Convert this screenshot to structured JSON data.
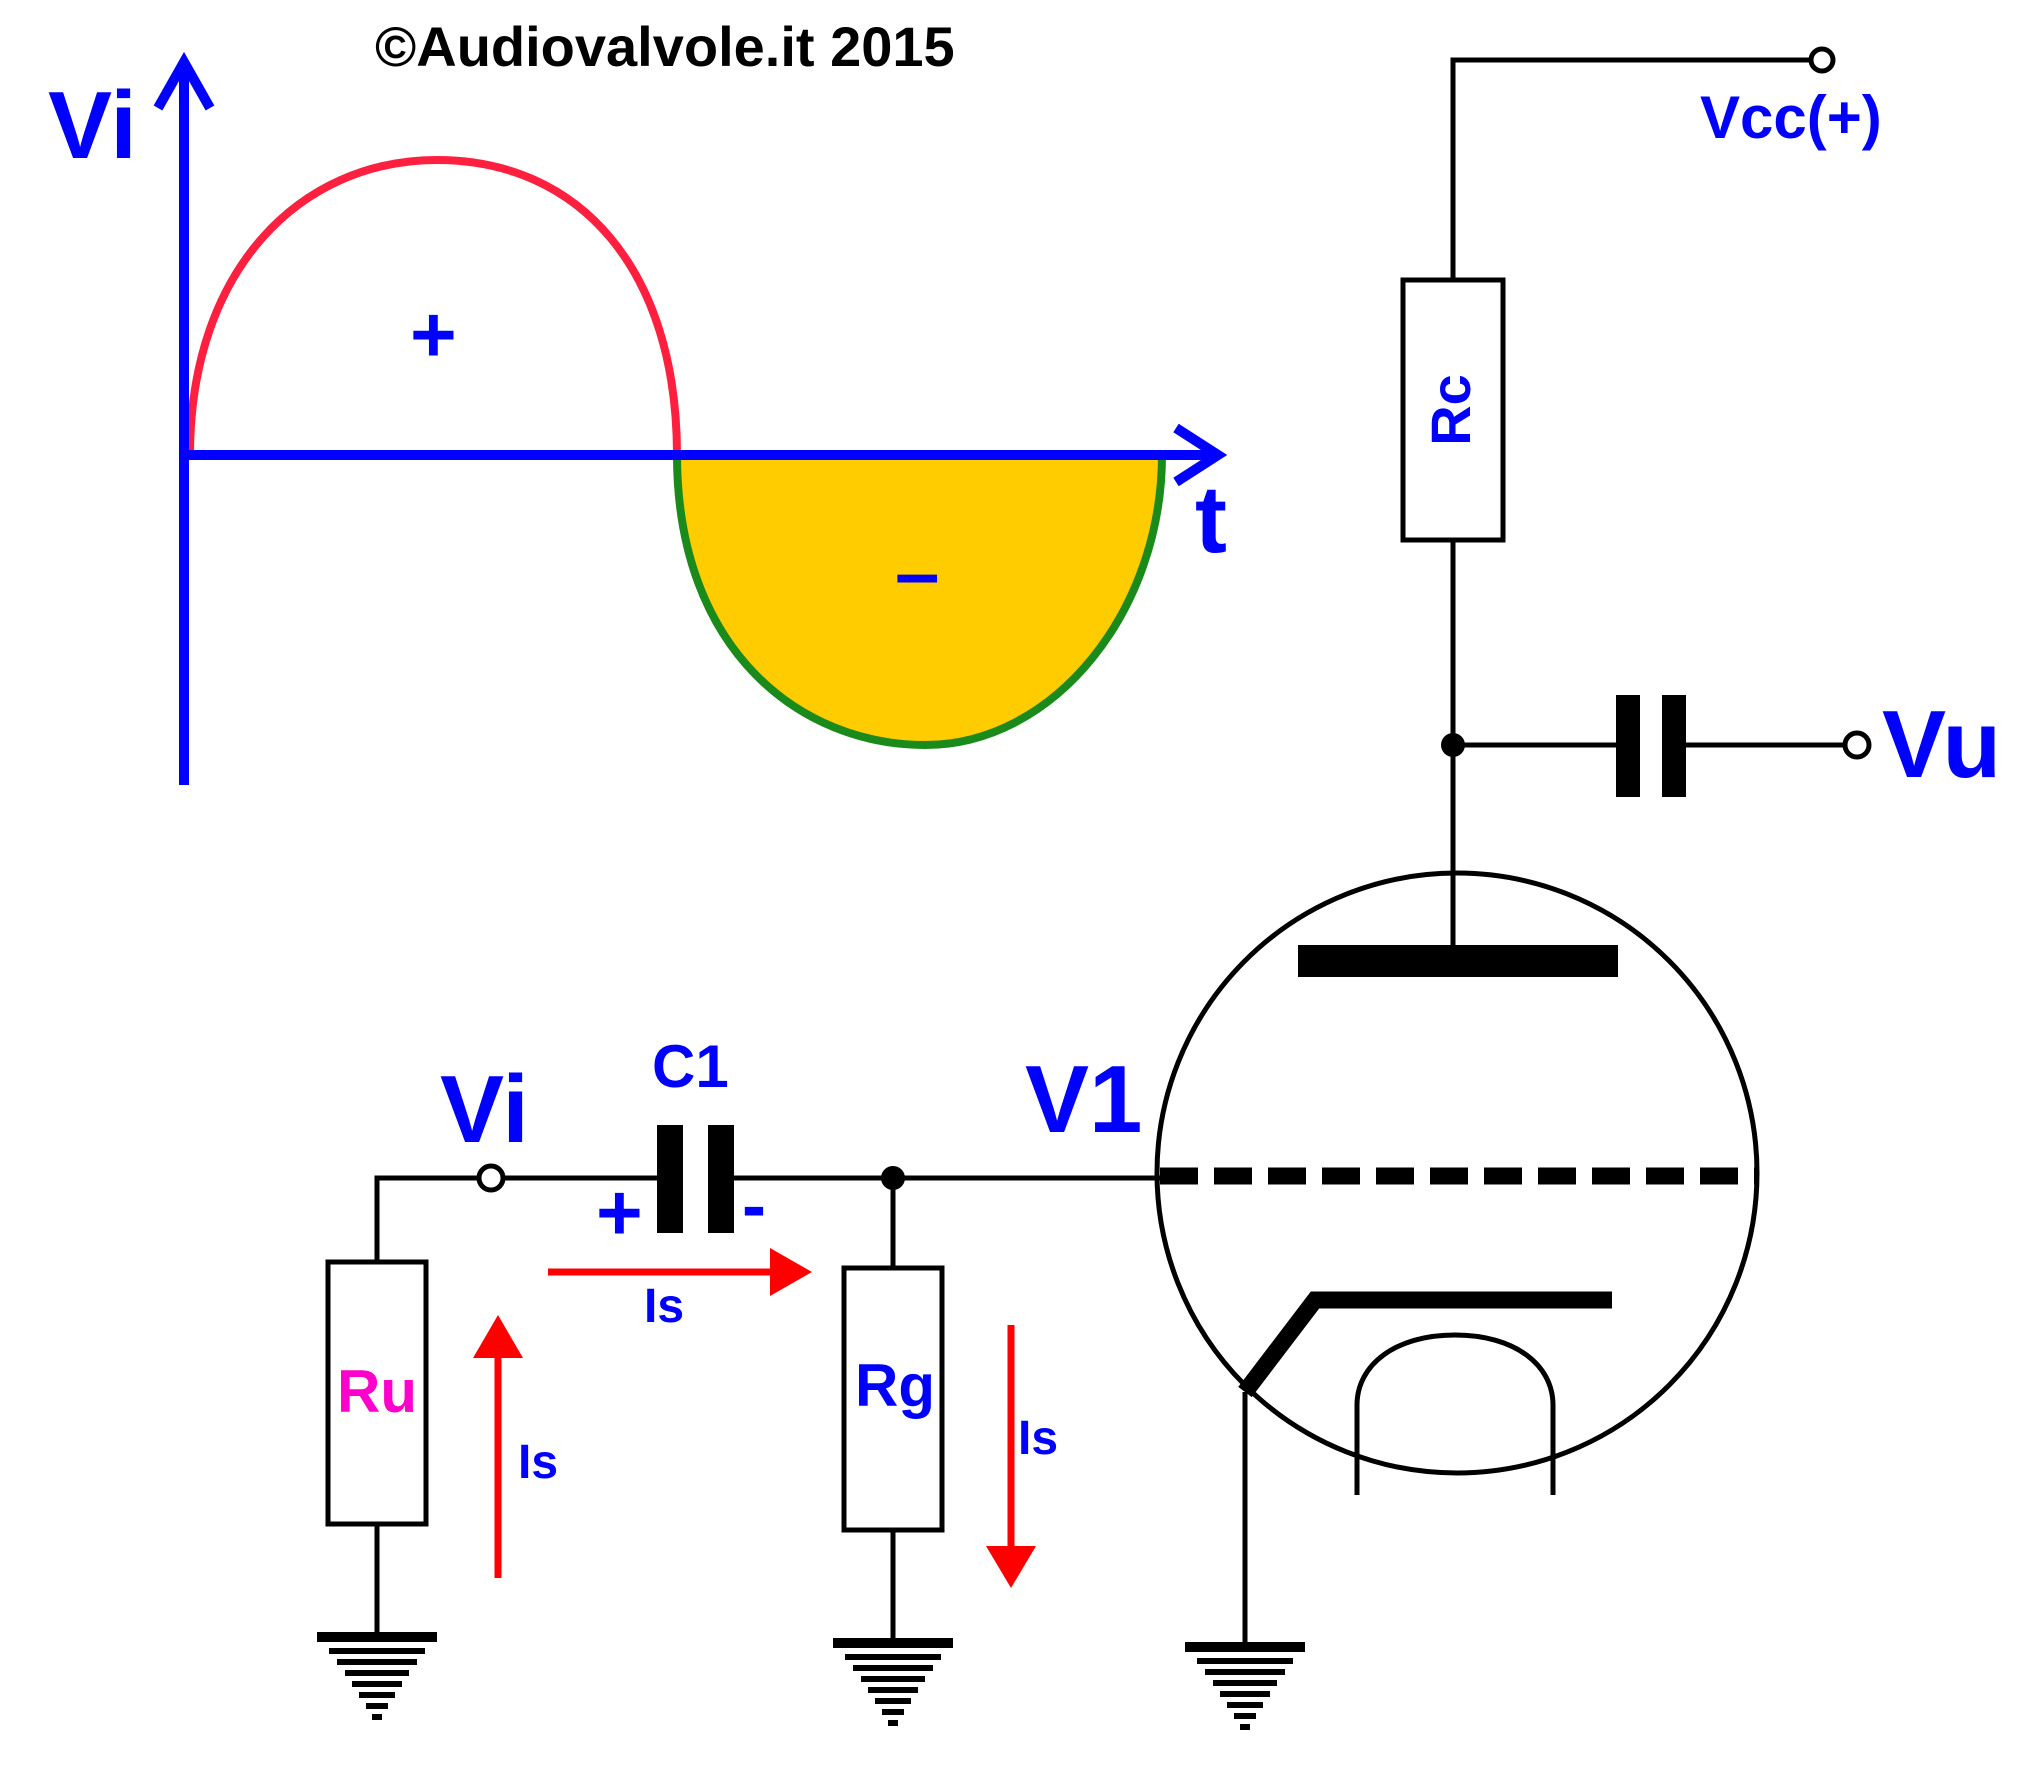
{
  "copyright": "©Audiovalvole.it 2015",
  "waveform": {
    "y_axis_label": "Vi",
    "x_axis_label": "t",
    "positive_sign": "+",
    "negative_sign": "–",
    "colors": {
      "axis": "#0000ff",
      "positive": "#ff2040",
      "negative_stroke": "#1a8a1a",
      "negative_fill": "#ffcc00"
    }
  },
  "circuit": {
    "vcc_label": "Vcc(+)",
    "vout_label": "Vu",
    "rc_label": "Rc",
    "tube_label": "V1",
    "input_label": "Vi",
    "cap_label": "C1",
    "cap_plus": "+",
    "cap_minus": "-",
    "ru_label": "Ru",
    "rg_label": "Rg",
    "current_labels": [
      "Is",
      "Is",
      "Is"
    ],
    "colors": {
      "label": "#0000ff",
      "ru_label": "#ff00cc",
      "current_arrow": "#ff0000"
    }
  }
}
